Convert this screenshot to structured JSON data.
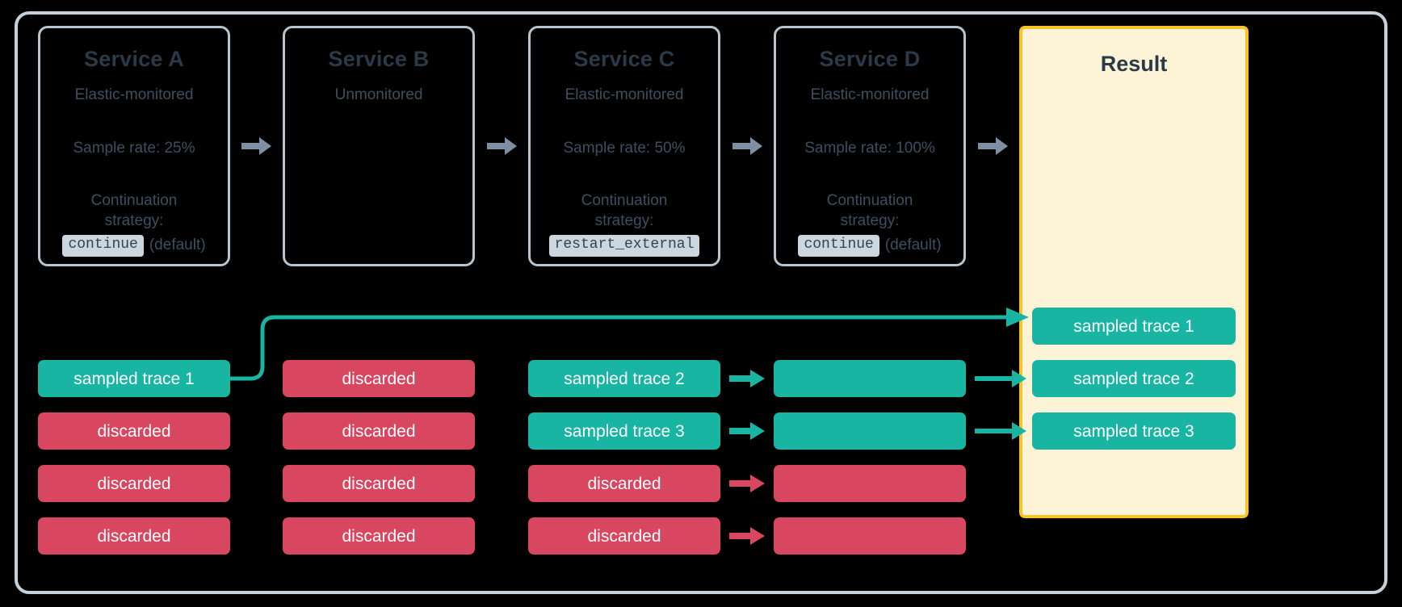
{
  "diagram": {
    "title": "Distributed tracing sampling across services",
    "colors": {
      "background": "#000000",
      "frame_border": "#c7d1da",
      "card_border": "#b8c4ce",
      "card_text": "#3d4f5e",
      "card_title": "#2b3a47",
      "sampled": "#19b5a3",
      "discarded": "#d9465f",
      "result_bg": "#fdf3d7",
      "result_border": "#f6c328",
      "gray_arrow": "#7e8fa3",
      "code_chip_bg": "#ccd6de"
    }
  },
  "services": [
    {
      "id": "service-a",
      "title": "Service A",
      "monitoring": "Elastic-monitored",
      "sample_rate": "Sample rate: 25%",
      "strategy_label_line1": "Continuation",
      "strategy_label_line2": "strategy:",
      "strategy_value": "continue",
      "strategy_note": "(default)"
    },
    {
      "id": "service-b",
      "title": "Service B",
      "monitoring": "Unmonitored",
      "sample_rate": "",
      "strategy_label_line1": "",
      "strategy_label_line2": "",
      "strategy_value": "",
      "strategy_note": ""
    },
    {
      "id": "service-c",
      "title": "Service C",
      "monitoring": "Elastic-monitored",
      "sample_rate": "Sample rate: 50%",
      "strategy_label_line1": "Continuation",
      "strategy_label_line2": "strategy:",
      "strategy_value": "restart_external",
      "strategy_note": ""
    },
    {
      "id": "service-d",
      "title": "Service D",
      "monitoring": "Elastic-monitored",
      "sample_rate": "Sample rate: 100%",
      "strategy_label_line1": "Continuation",
      "strategy_label_line2": "strategy:",
      "strategy_value": "continue",
      "strategy_note": "(default)"
    }
  ],
  "result": {
    "title": "Result",
    "items": [
      {
        "label": "sampled trace 1",
        "state": "sampled"
      },
      {
        "label": "sampled trace 2",
        "state": "sampled"
      },
      {
        "label": "sampled trace 3",
        "state": "sampled"
      }
    ]
  },
  "trace_columns": [
    {
      "service": "Service A",
      "rows": [
        {
          "label": "sampled trace 1",
          "state": "sampled"
        },
        {
          "label": "discarded",
          "state": "discarded"
        },
        {
          "label": "discarded",
          "state": "discarded"
        },
        {
          "label": "discarded",
          "state": "discarded"
        }
      ]
    },
    {
      "service": "Service B",
      "rows": [
        {
          "label": "discarded",
          "state": "discarded"
        },
        {
          "label": "discarded",
          "state": "discarded"
        },
        {
          "label": "discarded",
          "state": "discarded"
        },
        {
          "label": "discarded",
          "state": "discarded"
        }
      ]
    },
    {
      "service": "Service C",
      "rows": [
        {
          "label": "sampled trace 2",
          "state": "sampled"
        },
        {
          "label": "sampled trace 3",
          "state": "sampled"
        },
        {
          "label": "discarded",
          "state": "discarded"
        },
        {
          "label": "discarded",
          "state": "discarded"
        }
      ]
    },
    {
      "service": "Service D",
      "rows": [
        {
          "label": "",
          "state": "sampled"
        },
        {
          "label": "",
          "state": "sampled"
        },
        {
          "label": "",
          "state": "discarded"
        },
        {
          "label": "",
          "state": "discarded"
        }
      ]
    }
  ],
  "flow_arrows": {
    "service_to_service": [
      "a-to-b",
      "b-to-c",
      "c-to-d",
      "d-to-result"
    ],
    "trace_arrows": [
      {
        "id": "c1-to-d1",
        "state": "sampled"
      },
      {
        "id": "c2-to-d2",
        "state": "sampled"
      },
      {
        "id": "c3-to-d3",
        "state": "discarded"
      },
      {
        "id": "c4-to-d4",
        "state": "discarded"
      },
      {
        "id": "d1-to-result2",
        "state": "sampled"
      },
      {
        "id": "d2-to-result3",
        "state": "sampled"
      }
    ],
    "bypass_connector": {
      "id": "trace1-bypass-to-result",
      "state": "sampled",
      "from": "Service A sampled trace 1",
      "to": "Result sampled trace 1"
    }
  }
}
